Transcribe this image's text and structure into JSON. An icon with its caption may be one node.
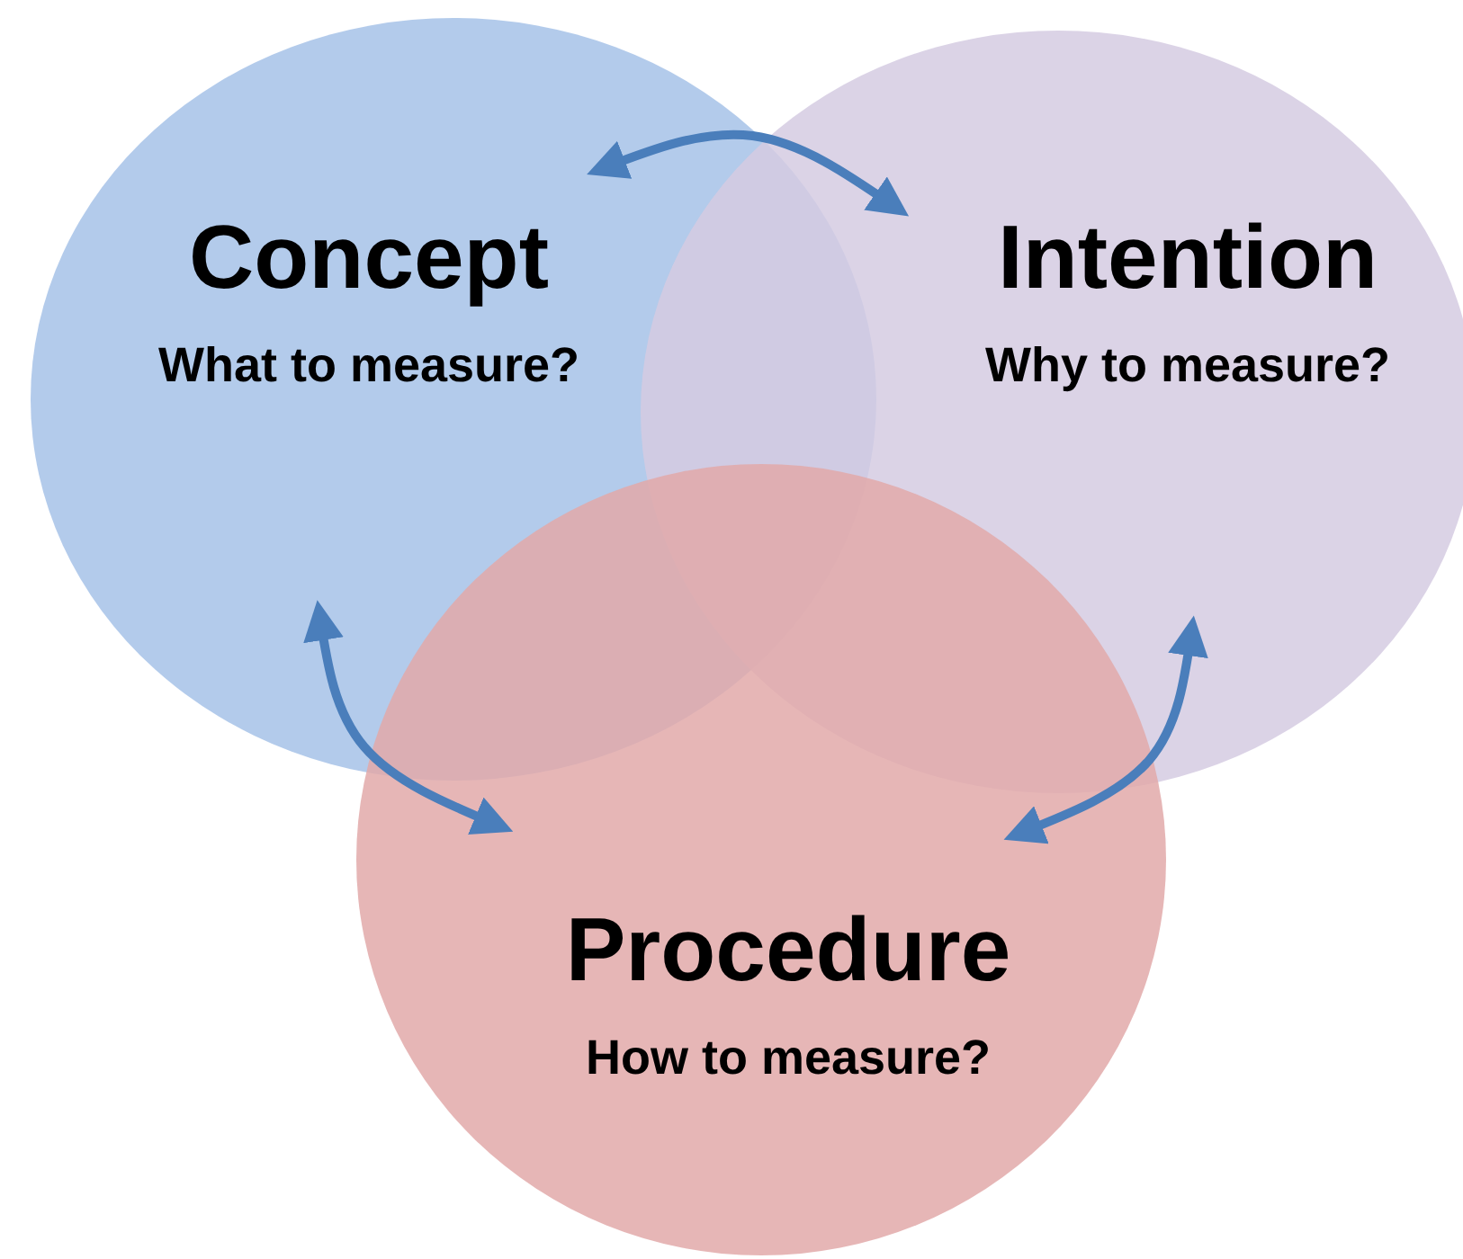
{
  "diagram": {
    "nodes": [
      {
        "text": [
          "Concept",
          "What to measure?"
        ]
      },
      {
        "text": [
          "Intention",
          "Why to measure?"
        ]
      },
      {
        "text": [
          "Procedure",
          "How to measure?"
        ]
      }
    ],
    "edges": [
      {
        "from": 0,
        "to": 1,
        "arrow": "both"
      },
      {
        "from": 0,
        "to": 2,
        "arrow": "both"
      },
      {
        "from": 1,
        "to": 2,
        "arrow": "both"
      }
    ]
  }
}
